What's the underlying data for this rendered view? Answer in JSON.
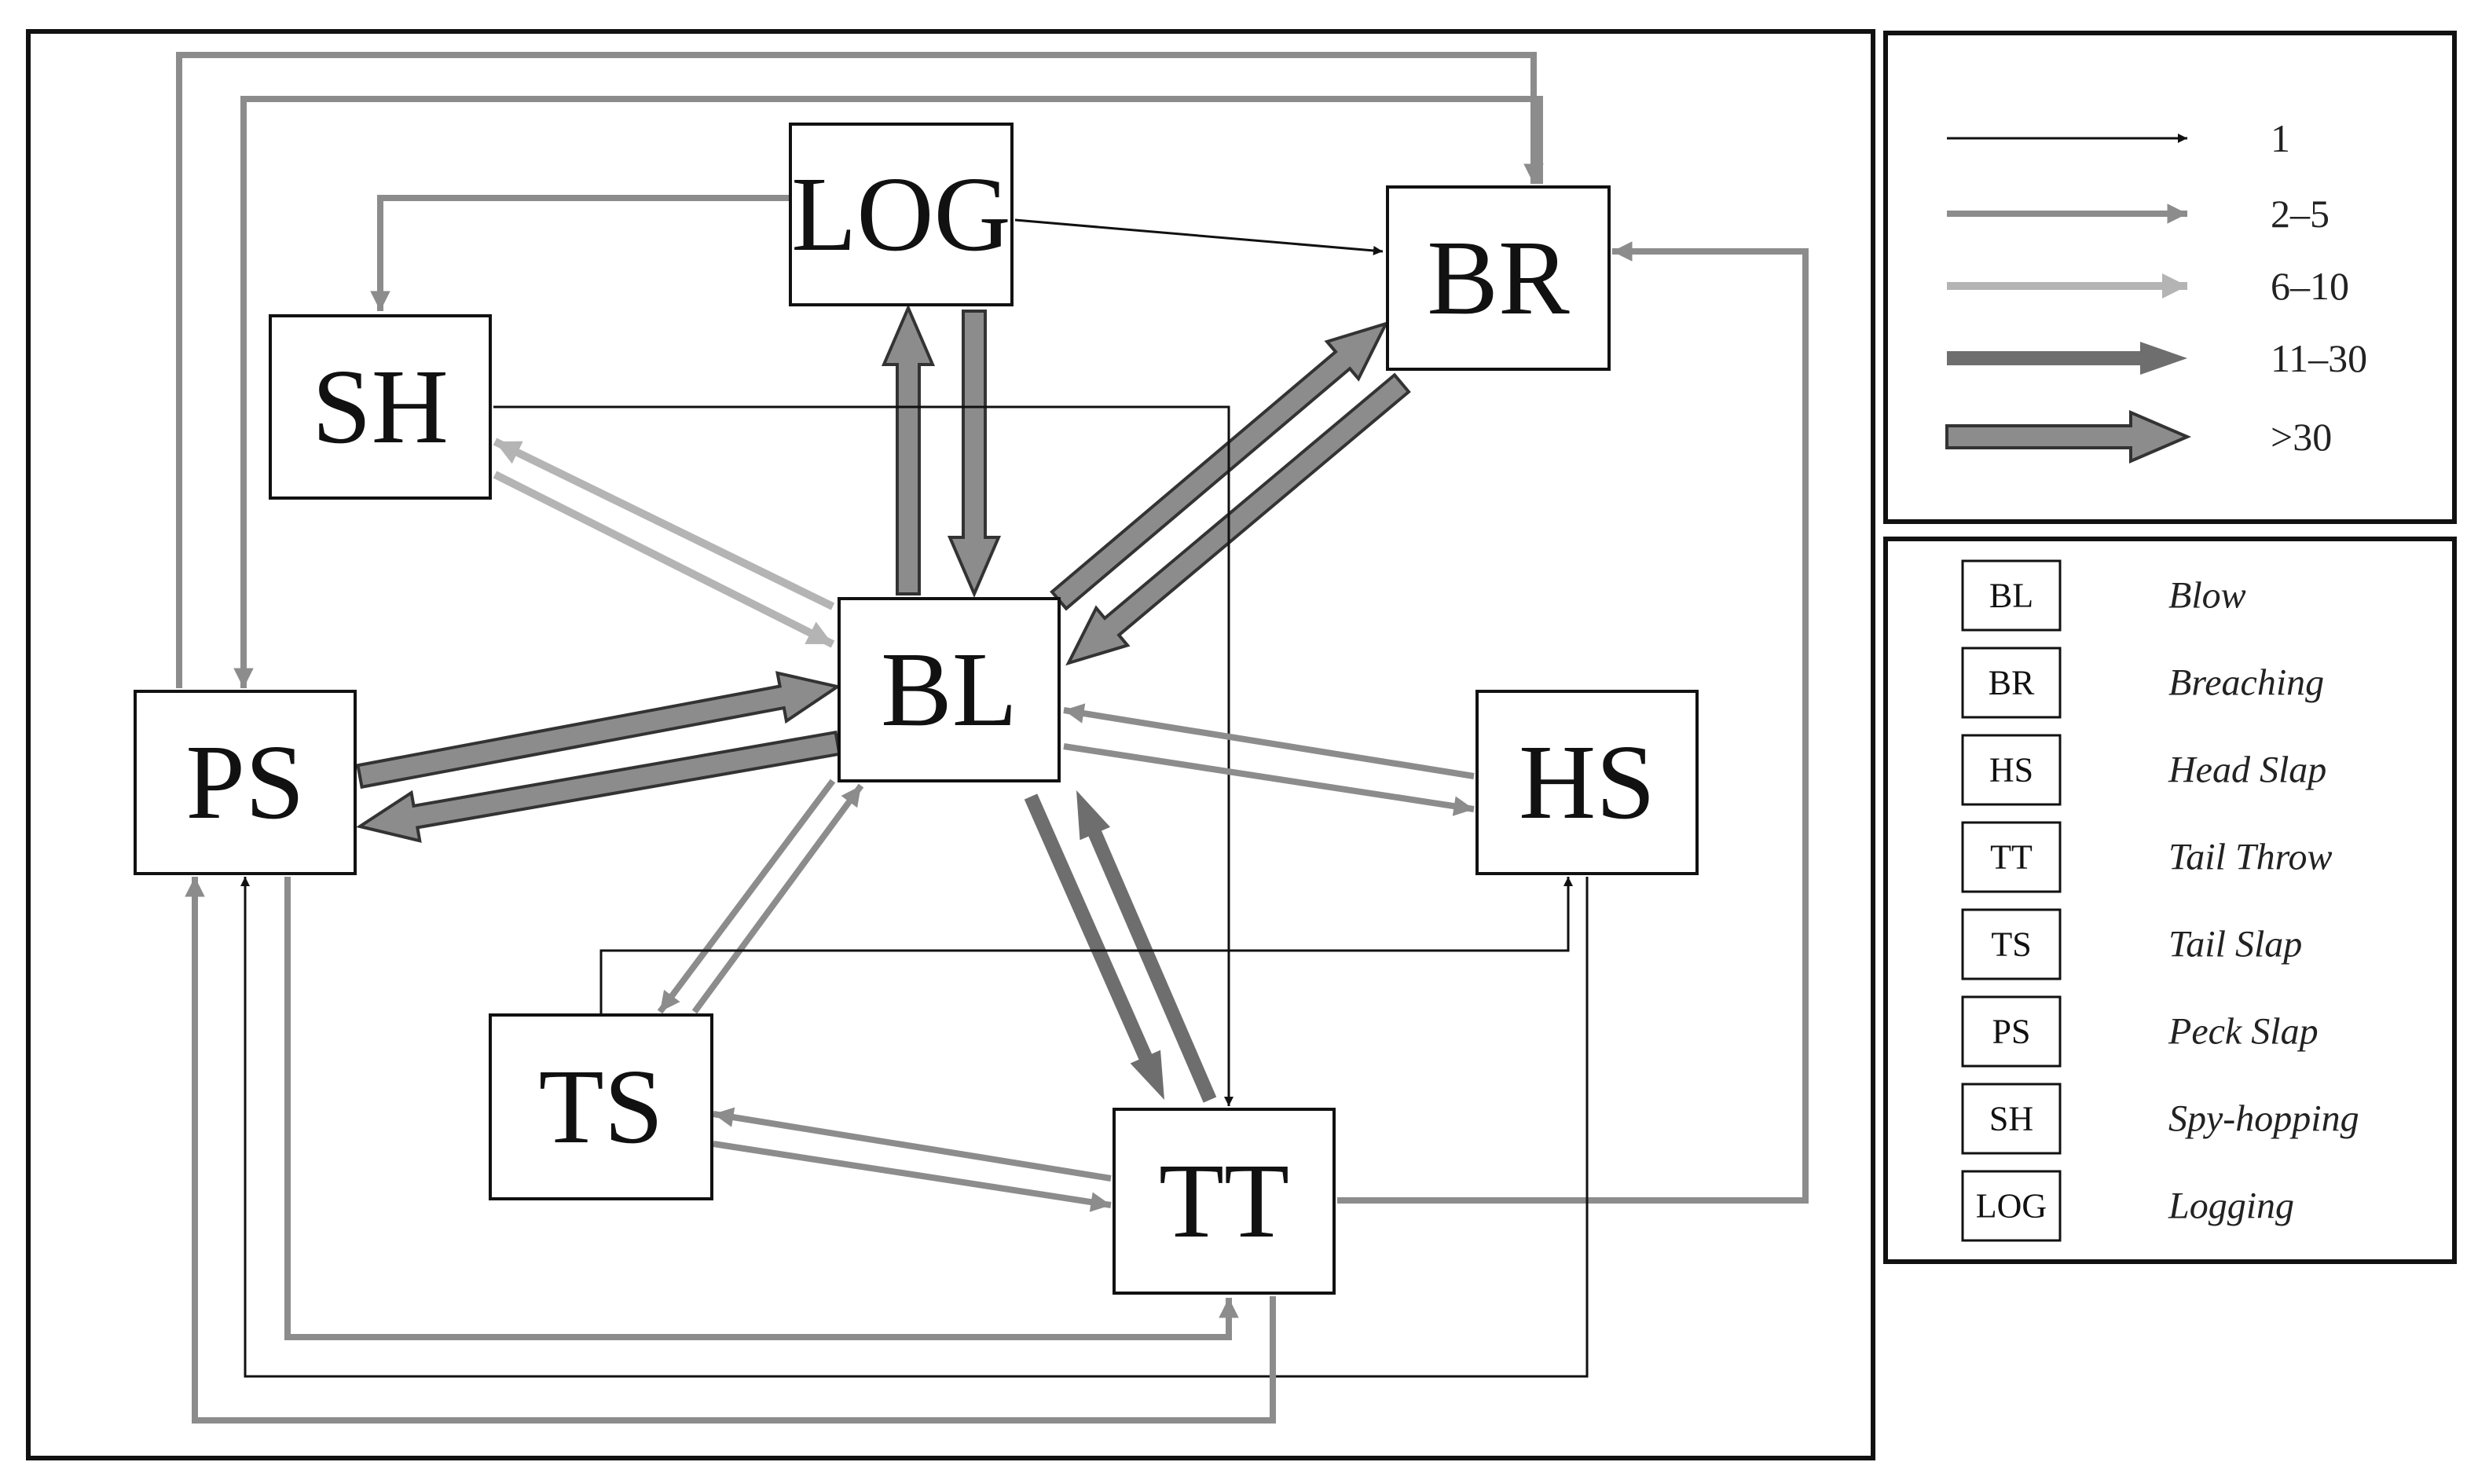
{
  "colors": {
    "background": "#ffffff",
    "frame": "#111111",
    "w1": "#111111",
    "w2_5": "#8c8c8c",
    "w6_10": "#b4b4b4",
    "w11_30": "#6e6e6e",
    "w30": "#8c8c8c",
    "w30_outline": "#333333"
  },
  "nodes": {
    "LOG": "LOG",
    "BR": "BR",
    "SH": "SH",
    "BL": "BL",
    "PS": "PS",
    "HS": "HS",
    "TS": "TS",
    "TT": "TT"
  },
  "scale": [
    {
      "label": "1",
      "tier": "w1"
    },
    {
      "label": "2–5",
      "tier": "w2_5"
    },
    {
      "label": "6–10",
      "tier": "w6_10"
    },
    {
      "label": "11–30",
      "tier": "w11_30"
    },
    {
      "label": ">30",
      "tier": "w30"
    }
  ],
  "key": [
    {
      "abbr": "BL",
      "name": "Blow"
    },
    {
      "abbr": "BR",
      "name": "Breaching"
    },
    {
      "abbr": "HS",
      "name": "Head Slap"
    },
    {
      "abbr": "TT",
      "name": "Tail Throw"
    },
    {
      "abbr": "TS",
      "name": "Tail Slap"
    },
    {
      "abbr": "PS",
      "name": "Peck Slap"
    },
    {
      "abbr": "SH",
      "name": "Spy-hopping"
    },
    {
      "abbr": "LOG",
      "name": "Logging"
    }
  ],
  "edges": [
    {
      "from": "LOG",
      "to": "SH",
      "tier": "w2_5"
    },
    {
      "from": "LOG",
      "to": "BR",
      "tier": "w1"
    },
    {
      "from": "BL",
      "to": "LOG",
      "tier": "w30"
    },
    {
      "from": "LOG",
      "to": "BL",
      "tier": "w30"
    },
    {
      "from": "PS",
      "to": "BR",
      "tier": "w2_5"
    },
    {
      "from": "BR",
      "to": "PS",
      "tier": "w2_5"
    },
    {
      "from": "BL",
      "to": "BR",
      "tier": "w30"
    },
    {
      "from": "BR",
      "to": "BL",
      "tier": "w30"
    },
    {
      "from": "BL",
      "to": "SH",
      "tier": "w6_10"
    },
    {
      "from": "SH",
      "to": "BL",
      "tier": "w6_10"
    },
    {
      "from": "SH",
      "to": "TT",
      "tier": "w1"
    },
    {
      "from": "PS",
      "to": "BL",
      "tier": "w30"
    },
    {
      "from": "BL",
      "to": "PS",
      "tier": "w30"
    },
    {
      "from": "HS",
      "to": "BL",
      "tier": "w2_5"
    },
    {
      "from": "BL",
      "to": "HS",
      "tier": "w2_5"
    },
    {
      "from": "BL",
      "to": "TT",
      "tier": "w11_30"
    },
    {
      "from": "TT",
      "to": "BL",
      "tier": "w11_30"
    },
    {
      "from": "BL",
      "to": "TS",
      "tier": "w2_5"
    },
    {
      "from": "TS",
      "to": "BL",
      "tier": "w2_5"
    },
    {
      "from": "TT",
      "to": "TS",
      "tier": "w2_5"
    },
    {
      "from": "TS",
      "to": "TT",
      "tier": "w2_5"
    },
    {
      "from": "TS",
      "to": "HS",
      "tier": "w1"
    },
    {
      "from": "TT",
      "to": "BR",
      "tier": "w2_5"
    },
    {
      "from": "PS",
      "to": "TT",
      "tier": "w2_5"
    },
    {
      "from": "HS",
      "to": "PS",
      "tier": "w1"
    },
    {
      "from": "TT",
      "to": "PS",
      "tier": "w2_5"
    }
  ]
}
